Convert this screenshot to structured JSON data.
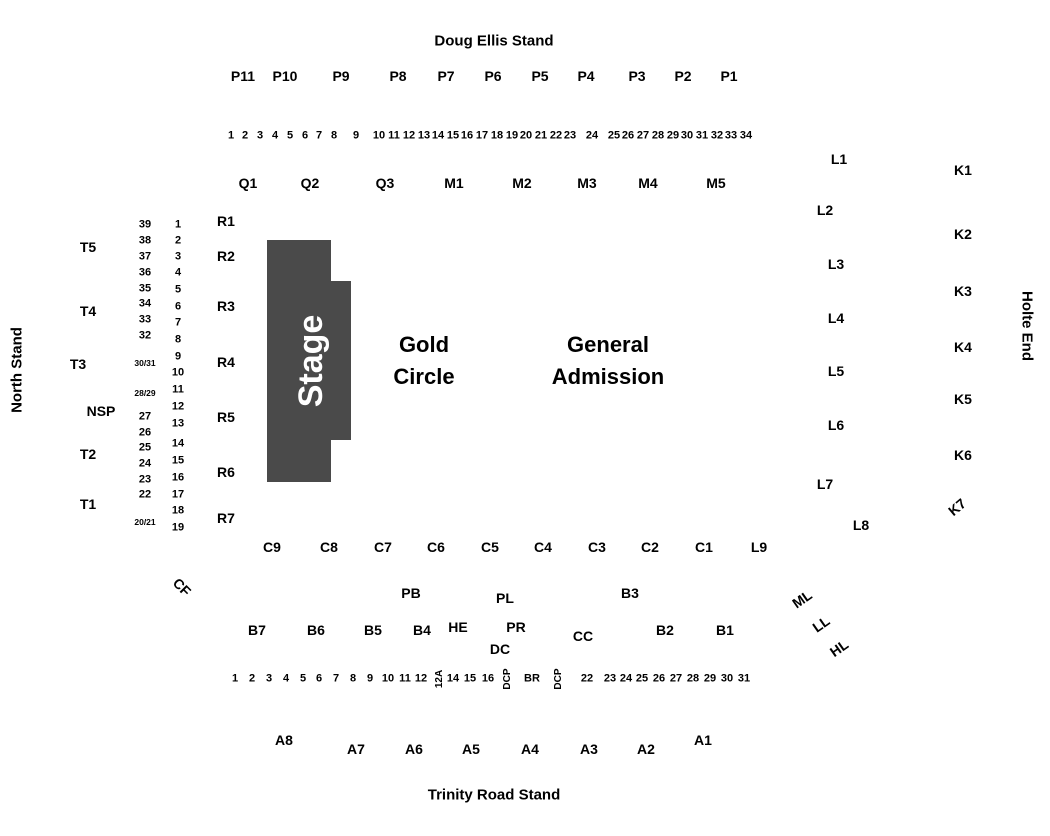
{
  "stands": {
    "doug_ellis": "Doug Ellis Stand",
    "trinity_road": "Trinity Road Stand",
    "north": "North Stand",
    "holte_end": "Holte End"
  },
  "stage": {
    "label": "Stage",
    "color": "#4a4a4a"
  },
  "zones": {
    "gold_circle": [
      "Gold",
      "Circle"
    ],
    "general_admission": [
      "General",
      "Admission"
    ]
  },
  "sections": {
    "p": [
      "P11",
      "P10",
      "P9",
      "P8",
      "P7",
      "P6",
      "P5",
      "P4",
      "P3",
      "P2",
      "P1"
    ],
    "top_numbers": [
      "1",
      "2",
      "3",
      "4",
      "5",
      "6",
      "7",
      "8",
      "9",
      "10",
      "11",
      "12",
      "13",
      "14",
      "15",
      "16",
      "17",
      "18",
      "19",
      "20",
      "21",
      "22",
      "23",
      "24",
      "25",
      "26",
      "27",
      "28",
      "29",
      "30",
      "31",
      "32",
      "33",
      "34"
    ],
    "qm": [
      "Q1",
      "Q2",
      "Q3",
      "M1",
      "M2",
      "M3",
      "M4",
      "M5"
    ],
    "r": [
      "R1",
      "R2",
      "R3",
      "R4",
      "R5",
      "R6",
      "R7"
    ],
    "t": [
      "T5",
      "T4",
      "T3",
      "NSP",
      "T2",
      "T1"
    ],
    "north_left_numbers": [
      "39",
      "38",
      "37",
      "36",
      "35",
      "34",
      "33",
      "32",
      "30/31",
      "28/29",
      "27",
      "26",
      "25",
      "24",
      "23",
      "22",
      "20/21"
    ],
    "north_right_numbers": [
      "1",
      "2",
      "3",
      "4",
      "5",
      "6",
      "7",
      "8",
      "9",
      "10",
      "11",
      "12",
      "13",
      "14",
      "15",
      "16",
      "17",
      "18",
      "19"
    ],
    "c": [
      "C9",
      "C8",
      "C7",
      "C6",
      "C5",
      "C4",
      "C3",
      "C2",
      "C1",
      "L9"
    ],
    "l": [
      "L1",
      "L2",
      "L3",
      "L4",
      "L5",
      "L6",
      "L7",
      "L8"
    ],
    "k": [
      "K1",
      "K2",
      "K3",
      "K4",
      "K5",
      "K6",
      "K7"
    ],
    "corner": [
      "CF",
      "ML",
      "LL",
      "HL"
    ],
    "lower": [
      "PB",
      "PL",
      "B3",
      "HE",
      "PR",
      "CC",
      "DC"
    ],
    "b": [
      "B7",
      "B6",
      "B5",
      "B4",
      "B2",
      "B1"
    ],
    "bottom_numbers": [
      "1",
      "2",
      "3",
      "4",
      "5",
      "6",
      "7",
      "8",
      "9",
      "10",
      "11",
      "12",
      "14",
      "15",
      "16",
      "BR",
      "22",
      "23",
      "24",
      "25",
      "26",
      "27",
      "28",
      "29",
      "30",
      "31"
    ],
    "bottom_vertical": [
      "12A",
      "DCP",
      "DCP"
    ],
    "a": [
      "A8",
      "A7",
      "A6",
      "A5",
      "A4",
      "A3",
      "A2",
      "A1"
    ]
  }
}
